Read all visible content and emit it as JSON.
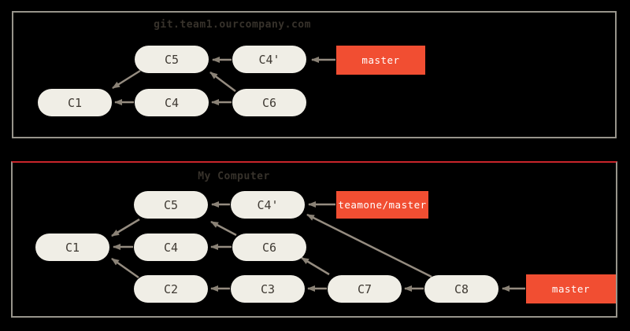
{
  "server": {
    "title": "git.team1.ourcompany.com",
    "nodes": [
      "C5",
      "C4'",
      "C1",
      "C4",
      "C6"
    ],
    "branches": [
      "master"
    ],
    "edges": [
      [
        "C4'",
        "C5"
      ],
      [
        "master",
        "C4'"
      ],
      [
        "C5",
        "C1"
      ],
      [
        "C4",
        "C1"
      ],
      [
        "C6",
        "C4"
      ],
      [
        "C6",
        "C5"
      ]
    ]
  },
  "computer": {
    "title": "My Computer",
    "nodes": [
      "C5",
      "C4'",
      "C1",
      "C4",
      "C6",
      "C2",
      "C3",
      "C7",
      "C8"
    ],
    "branches": [
      "teamone/master",
      "master"
    ],
    "edges": [
      [
        "C4'",
        "C5"
      ],
      [
        "teamone/master",
        "C4'"
      ],
      [
        "C5",
        "C1"
      ],
      [
        "C4",
        "C1"
      ],
      [
        "C6",
        "C4"
      ],
      [
        "C6",
        "C5"
      ],
      [
        "C2",
        "C1"
      ],
      [
        "C3",
        "C2"
      ],
      [
        "C7",
        "C3"
      ],
      [
        "C7",
        "C6"
      ],
      [
        "C8",
        "C7"
      ],
      [
        "C8",
        "C4'"
      ],
      [
        "master",
        "C8"
      ]
    ]
  },
  "colors": {
    "background": "#000000",
    "panel_border": "#97948b",
    "computer_panel_top_border": "#c9252b",
    "node_fill": "#f0eee6",
    "node_text": "#3f3a33",
    "arrow": "#958c80",
    "arrowhead": "#8a8276",
    "branch_label_bg": "#f14e32",
    "branch_label_text": "#ffffff",
    "title_text": "#37322b"
  }
}
